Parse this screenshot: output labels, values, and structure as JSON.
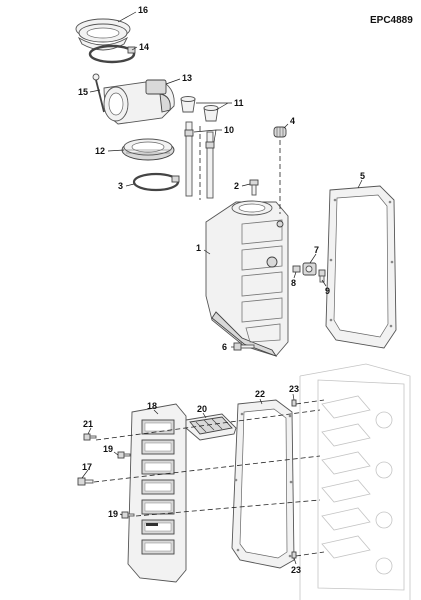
{
  "diagram": {
    "reference_code": "EPC4889",
    "colors": {
      "line": "#555555",
      "shade": "#d9d9d9",
      "ghost": "#c4c4c4",
      "text": "#111111"
    }
  },
  "callouts": [
    {
      "id": "c16",
      "label": "16"
    },
    {
      "id": "c14",
      "label": "14"
    },
    {
      "id": "c15",
      "label": "15"
    },
    {
      "id": "c13",
      "label": "13"
    },
    {
      "id": "c11",
      "label": "11"
    },
    {
      "id": "c10",
      "label": "10"
    },
    {
      "id": "c12",
      "label": "12"
    },
    {
      "id": "c4",
      "label": "4"
    },
    {
      "id": "c3",
      "label": "3"
    },
    {
      "id": "c2",
      "label": "2"
    },
    {
      "id": "c5",
      "label": "5"
    },
    {
      "id": "c1",
      "label": "1"
    },
    {
      "id": "c7",
      "label": "7"
    },
    {
      "id": "c8",
      "label": "8"
    },
    {
      "id": "c9",
      "label": "9"
    },
    {
      "id": "c6",
      "label": "6"
    },
    {
      "id": "c22",
      "label": "22"
    },
    {
      "id": "c23a",
      "label": "23"
    },
    {
      "id": "c18",
      "label": "18"
    },
    {
      "id": "c20",
      "label": "20"
    },
    {
      "id": "c21",
      "label": "21"
    },
    {
      "id": "c19a",
      "label": "19"
    },
    {
      "id": "c17",
      "label": "17"
    },
    {
      "id": "c19b",
      "label": "19"
    },
    {
      "id": "c23b",
      "label": "23"
    }
  ]
}
